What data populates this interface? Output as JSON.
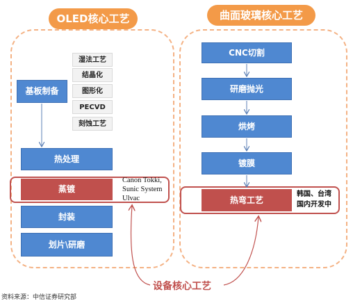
{
  "left_panel": {
    "title": "OLED核心工艺",
    "substrate": "基板制备",
    "sub_steps": [
      "湿法工艺",
      "结晶化",
      "图形化",
      "PECVD",
      "刻蚀工艺"
    ],
    "heat": "热处理",
    "evaporation": "蒸镀",
    "vendors": [
      "Canon Tokki,",
      "Sunic System",
      "Ulvac"
    ],
    "encapsulation": "封装",
    "cutting": "划片\\研磨"
  },
  "right_panel": {
    "title": "曲面玻璃核心工艺",
    "steps": [
      "CNC切割",
      "研磨抛光",
      "烘烤",
      "镀膜"
    ],
    "hot_bend": "热弯工艺",
    "note_lines": [
      "韩国、台湾",
      "国内开发中"
    ]
  },
  "bottom_label": "设备核心工艺",
  "footer": "资料来源：中信证券研究部",
  "colors": {
    "panel_border": "#f4b183",
    "title_fill": "#f39a48",
    "box_fill": "#4f88d1",
    "highlight": "#c0504d"
  }
}
